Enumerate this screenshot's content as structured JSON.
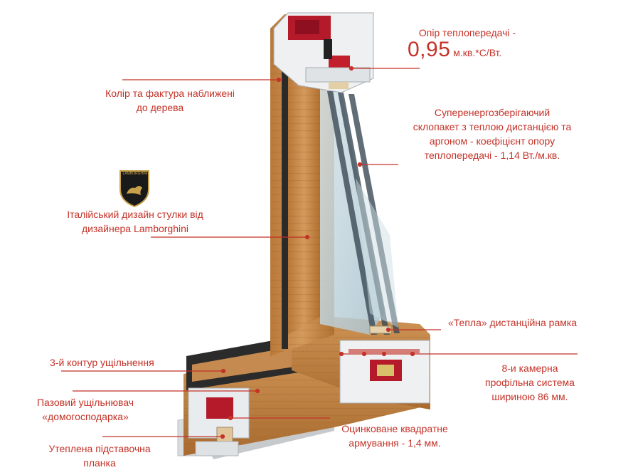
{
  "labels": {
    "thermal_resistance_title": "Опір теплопередачі -",
    "thermal_resistance_value": "0,95",
    "thermal_resistance_unit": "м.кв.*С/Вт.",
    "wood_texture_l1": "Колір та фактура наближені",
    "wood_texture_l2": "до дерева",
    "glass_unit_l1": "Суперенергозберігаючий",
    "glass_unit_l2": "склопакет з теплою дистанцією та",
    "glass_unit_l3": "аргоном - коефіцієнт опору",
    "glass_unit_l4": "теплопередачі - 1,14 Вт./м.кв.",
    "design_l1": "Італійський дизайн стулки від",
    "design_l2": "дизайнера Lamborghini",
    "warm_spacer": "«Тепла» дистанційна рамка",
    "seal_contour": "3-й контур ущільнення",
    "chambers_l1": "8-и камерна",
    "chambers_l2": "профільна система",
    "chambers_l3": "шириною 86 мм.",
    "groove_seal_l1": "Пазовий ущільнювач",
    "groove_seal_l2": "«домогосподарка»",
    "reinforcement_l1": "Оцинковане квадратне",
    "reinforcement_l2": "армування - 1,4 мм.",
    "insulated_strip_l1": "Утеплена підставочна",
    "insulated_strip_l2": "планка"
  },
  "logo": {
    "text": "LAMBORGHINI",
    "color": "#c8a24a"
  },
  "colors": {
    "accent": "#c43228",
    "wood": "#c8915a",
    "pvc": "#eef0f2",
    "glass": "#bcd3dc",
    "seal": "#2a2a2a"
  }
}
